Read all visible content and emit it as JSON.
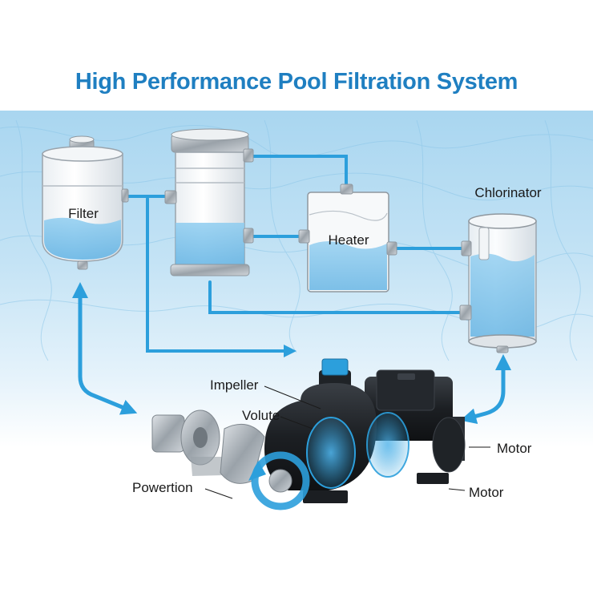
{
  "title": "High Performance Pool Filtration System",
  "colors": {
    "title": "#1f7fc1",
    "flow_arrow": "#2c9fdc",
    "water": "#7cc4ec",
    "pump_body": "#1b1e22",
    "background_water": "#bfe0f3"
  },
  "components": {
    "filter": "Filter",
    "heater": "Heater",
    "chlorinator": "Chlorinator"
  },
  "pump_labels": {
    "impeller": "Impeller",
    "volute": "Volute",
    "motor_top": "Motor",
    "motor_bottom": "Motor",
    "powertion": "Powertion"
  },
  "icons": [
    "flow-arrow-icon",
    "cylinder-tank-icon",
    "box-tank-icon",
    "pump-motor-icon",
    "impeller-icon"
  ]
}
